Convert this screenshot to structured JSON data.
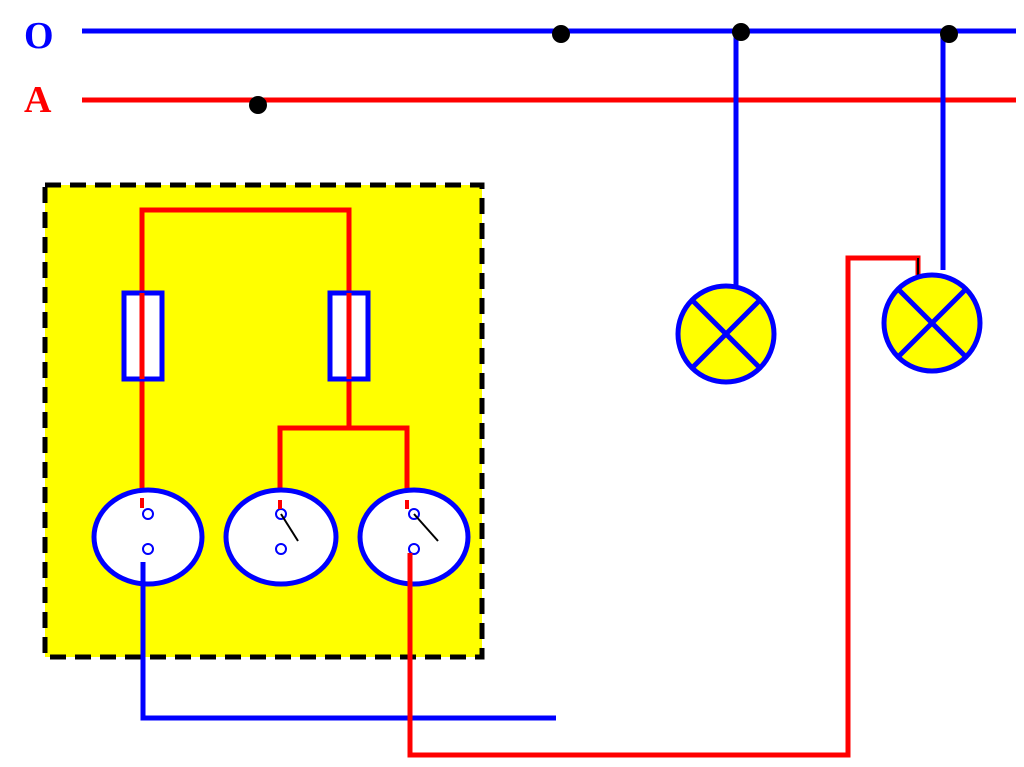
{
  "lines": {
    "neutral": {
      "label": "O",
      "color": "#0000ff"
    },
    "phase": {
      "label": "A",
      "color": "#ff0000"
    }
  },
  "colors": {
    "panel_fill": "#ffff00",
    "panel_border": "#000000",
    "wire_red": "#ff0000",
    "wire_blue": "#0000ff",
    "lamp_fill": "#ffff00",
    "socket_fill": "#ffffff",
    "junction": "#000000"
  },
  "components": {
    "fuses": 2,
    "sockets": 3,
    "lamps": 2,
    "junctions": 4
  }
}
